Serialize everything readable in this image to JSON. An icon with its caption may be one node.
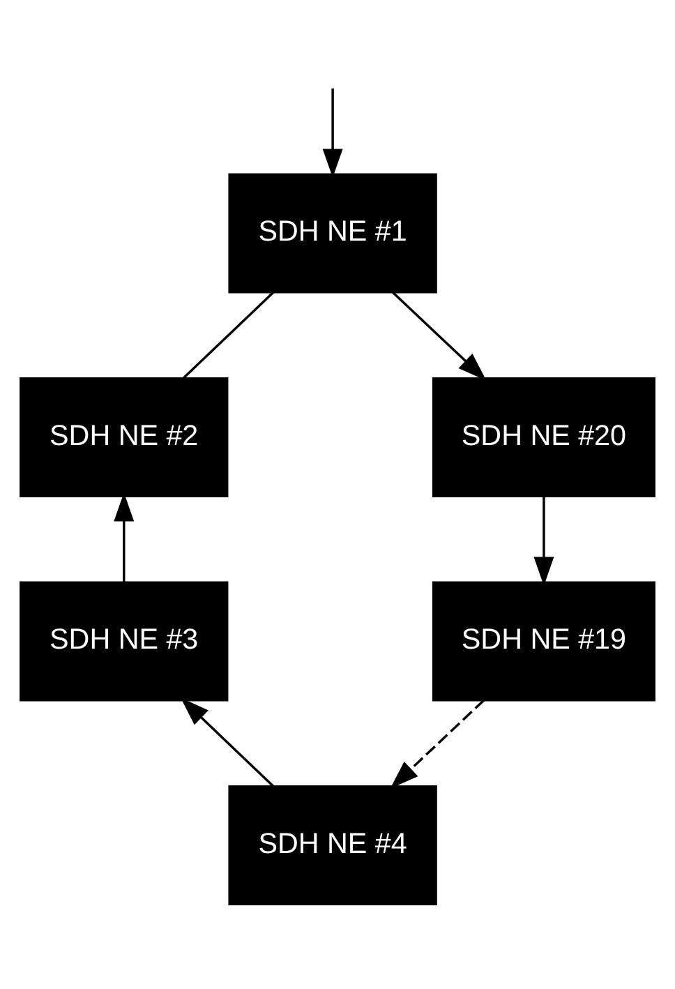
{
  "diagram": {
    "nodes": [
      {
        "text": [
          "SDH NE #1"
        ]
      },
      {
        "text": [
          "SDH NE #2"
        ]
      },
      {
        "text": [
          "SDH NE #20"
        ]
      },
      {
        "text": [
          "SDH NE #3"
        ]
      },
      {
        "text": [
          "SDH NE #19"
        ]
      },
      {
        "text": [
          "SDH NE #4"
        ]
      }
    ],
    "edges": [
      {
        "from": null,
        "to": 0,
        "arrow": "to"
      },
      {
        "from": 0,
        "to": 2,
        "arrow": "to"
      },
      {
        "from": 2,
        "to": 4,
        "arrow": "to"
      },
      {
        "from": 4,
        "to": 5,
        "arrow": "to",
        "style": "dashed"
      },
      {
        "from": 5,
        "to": 3,
        "arrow": "to"
      },
      {
        "from": 3,
        "to": 1,
        "arrow": "to"
      },
      {
        "from": 0,
        "to": 1,
        "arrow": "none"
      }
    ]
  }
}
